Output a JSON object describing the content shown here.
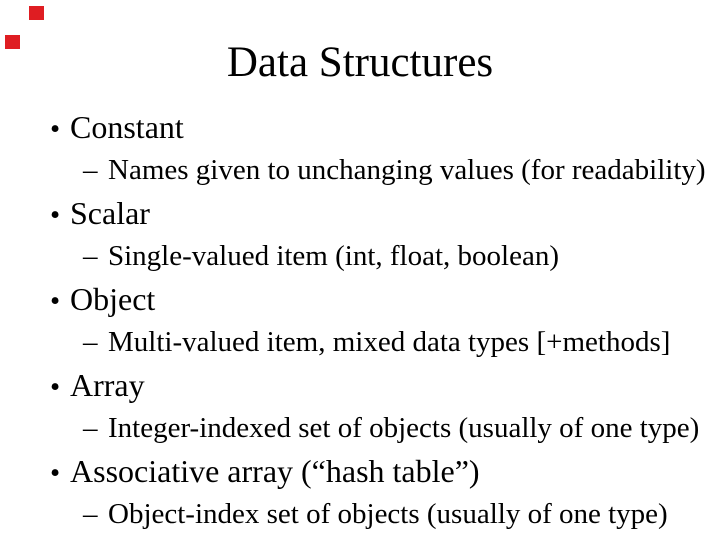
{
  "slide": {
    "title": "Data Structures",
    "bullet_marker": "•",
    "sub_marker": "–",
    "bullets": [
      {
        "label": "Constant",
        "sub": "Names given to unchanging values (for readability)"
      },
      {
        "label": "Scalar",
        "sub": "Single-valued item (int, float, boolean)"
      },
      {
        "label": "Object",
        "sub": "Multi-valued item, mixed data types [+methods]"
      },
      {
        "label": "Array",
        "sub": "Integer-indexed set of objects (usually of one type)"
      },
      {
        "label": "Associative array (“hash table”)",
        "sub": "Object-index set of objects (usually of one type)"
      }
    ],
    "colors": {
      "background": "#ffffff",
      "text": "#000000",
      "decoration_red": "#df1d22"
    }
  }
}
